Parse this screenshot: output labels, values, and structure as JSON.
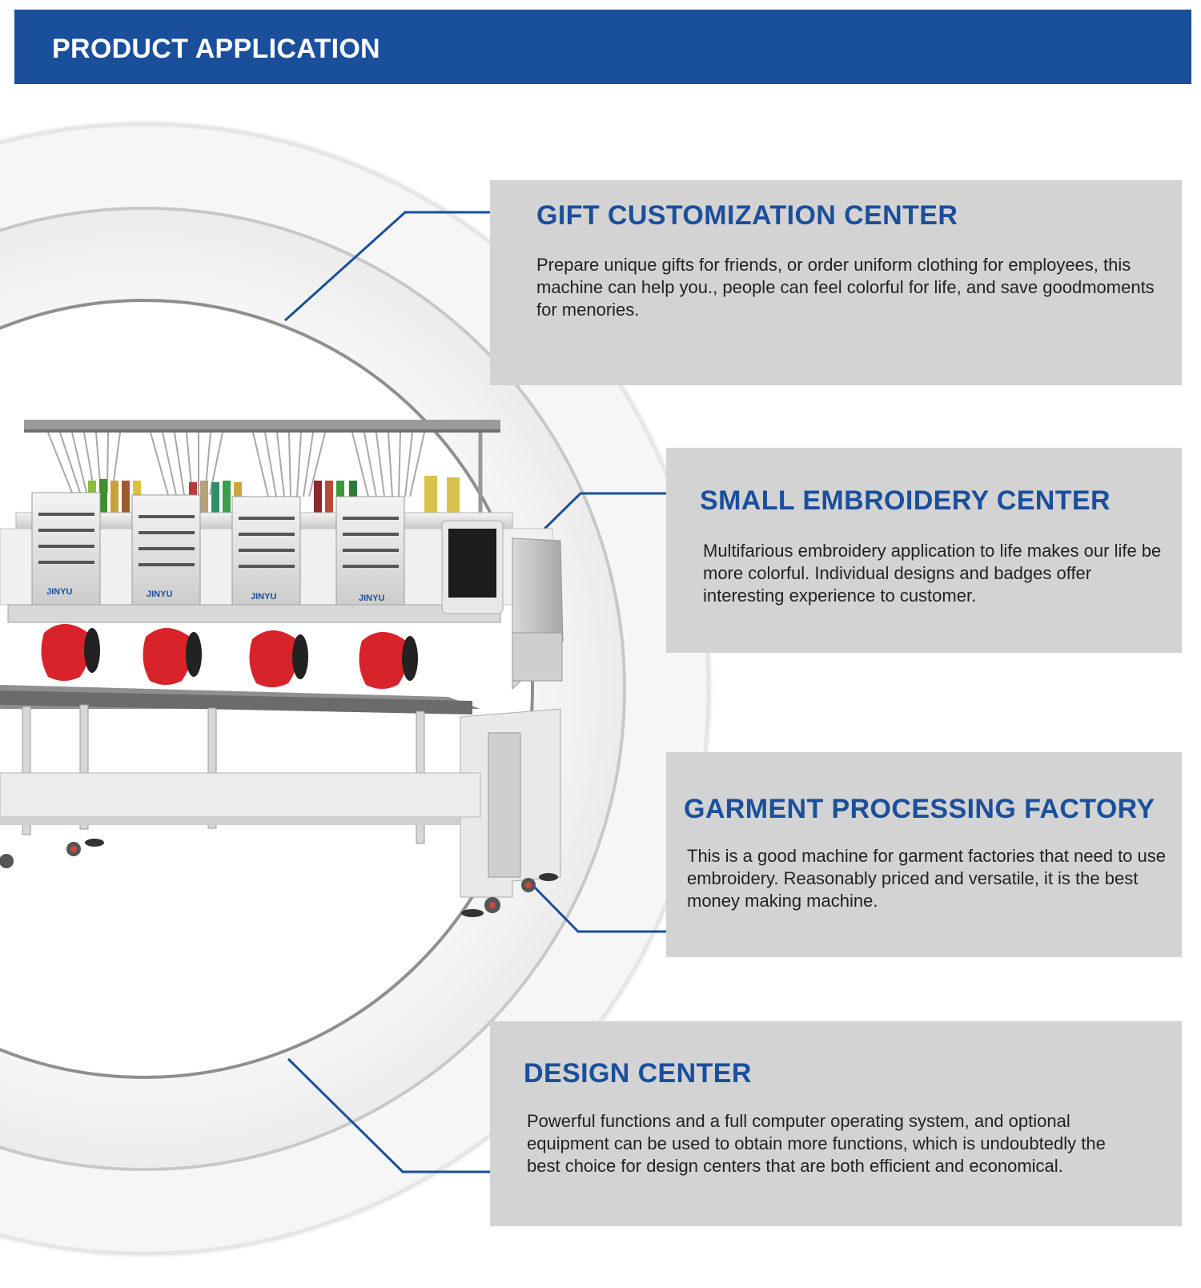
{
  "header": {
    "title": "PRODUCT APPLICATION"
  },
  "colors": {
    "brand_blue": "#1a4f9c",
    "card_bg": "#d3d3d3",
    "machine_body": "#eeeeee",
    "cap_red": "#d8232a"
  },
  "machine": {
    "brand_label": "JINYU",
    "head_count": 4
  },
  "cards": [
    {
      "title": "GIFT CUSTOMIZATION CENTER",
      "text": "Prepare unique gifts for friends, or order uniform clothing for employees, this machine can help you., people can feel colorful for life, and save goodmoments for menories."
    },
    {
      "title": "SMALL EMBROIDERY CENTER",
      "text": "Multifarious embroidery application to life makes our life be more colorful. Individual designs and badges offer interesting experience to customer."
    },
    {
      "title": "GARMENT PROCESSING FACTORY",
      "text": "This is a good machine for garment factories that need to use embroidery. Reasonably priced and versatile, it is the best money making machine."
    },
    {
      "title": "DESIGN CENTER",
      "text": "Powerful functions and a full computer operating system, and optional equipment can be used to obtain more functions, which is undoubtedly the best choice for design centers that are both efficient and economical."
    }
  ]
}
